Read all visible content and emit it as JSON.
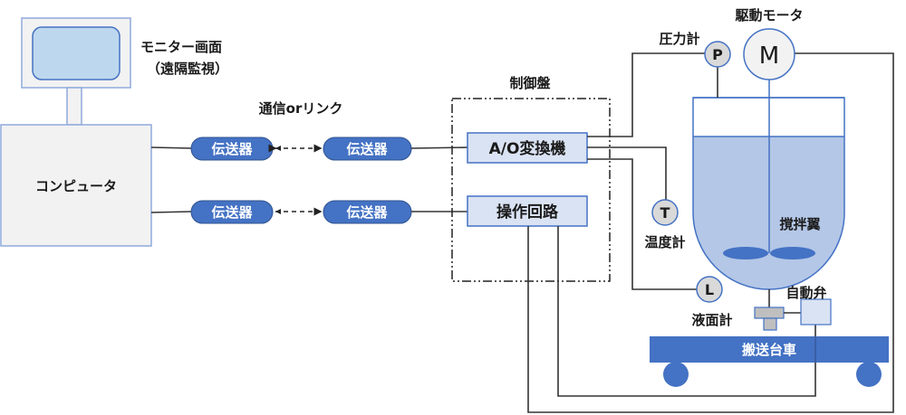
{
  "diagram": {
    "monitor": {
      "label_line1": "モニター画面",
      "label_line2": "（遠隔監視）"
    },
    "computer": {
      "label": "コンピュータ"
    },
    "link": {
      "label": "通信orリンク"
    },
    "transmitters": {
      "top_left": "伝送器",
      "top_right": "伝送器",
      "bottom_left": "伝送器",
      "bottom_right": "伝送器"
    },
    "control_panel": {
      "label": "制御盤",
      "ao_converter": "A/O変換機",
      "operation_circuit": "操作回路"
    },
    "sensors": {
      "pressure": {
        "symbol": "P",
        "label": "圧力計"
      },
      "temperature": {
        "symbol": "T",
        "label": "温度計"
      },
      "level": {
        "symbol": "L",
        "label": "液面計"
      }
    },
    "motor": {
      "symbol": "M",
      "label": "駆動モータ"
    },
    "tank": {
      "impeller_label": "撹拌翼"
    },
    "valve": {
      "label": "自動弁"
    },
    "cart": {
      "label": "搬送台車"
    },
    "colors": {
      "accent_blue": "#4472c4",
      "light_blue_fill": "#dae3f3",
      "liquid_blue": "#b4c7e7",
      "panel_gray": "#f2f2f2",
      "sensor_gray": "#d9d9d9"
    }
  }
}
